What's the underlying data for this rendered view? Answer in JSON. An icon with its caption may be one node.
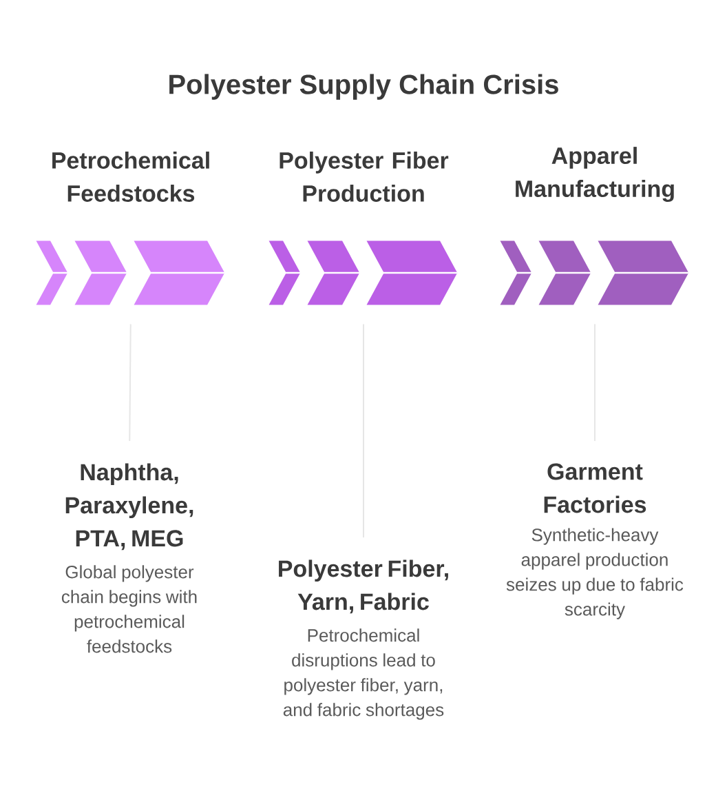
{
  "diagram": {
    "title": "Polyester Supply Chain Crisis",
    "nodes": [
      {
        "text": [],
        "shape": "arrow",
        "beside": [
          "Petrochemical Feedstocks"
        ]
      },
      {
        "text": [
          "Naphtha, Paraxylene, PTA, MEG",
          "Global polyester chain begins with petrochemical feedstocks"
        ]
      },
      {
        "text": [],
        "shape": "arrow",
        "beside": [
          "Polyester Fiber Production"
        ]
      },
      {
        "text": [
          "Polyester Fiber, Yarn, Fabric",
          "Petrochemical disruptions lead to polyester fiber, yarn, and fabric shortages"
        ]
      },
      {
        "text": [],
        "shape": "arrow",
        "beside": [
          "Apparel Manufacturing"
        ]
      },
      {
        "text": [
          "Garment Factories",
          "Synthetic-heavy apparel production seizes up due to fabric scarcity"
        ]
      }
    ],
    "edges": [
      {
        "from": 0,
        "to": 1,
        "arrow": "none"
      },
      {
        "from": 2,
        "to": 3,
        "arrow": "none"
      },
      {
        "from": 4,
        "to": 5,
        "arrow": "none"
      }
    ]
  }
}
